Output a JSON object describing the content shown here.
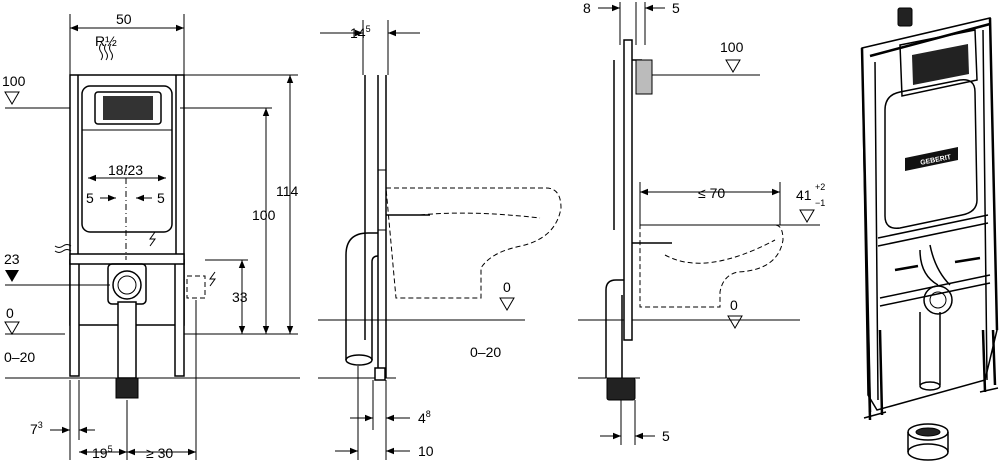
{
  "front_view": {
    "width": "50",
    "thread": "R½",
    "level_100": "100",
    "level_23": "23",
    "level_0": "0",
    "floor_range": "0–20",
    "inner_width": "18/23",
    "offset_left": "5",
    "offset_right": "5",
    "height_100": "100",
    "height_114": "114",
    "height_33": "33",
    "bottom_7": "7",
    "bottom_7_sup": "3",
    "bottom_19": "19",
    "bottom_19_sup": "5",
    "bottom_30": "≥ 30"
  },
  "side_view": {
    "depth_14": "14",
    "depth_14_sup": "5",
    "level_0": "0",
    "floor_range": "0–20",
    "bottom_4": "4",
    "bottom_4_sup": "8",
    "bottom_10": "10"
  },
  "side_view_2": {
    "top_8": "8",
    "top_5": "5",
    "level_100": "100",
    "reach": "≤ 70",
    "height_41": "41",
    "tol_plus": "+2",
    "tol_minus": "−1",
    "level_0": "0",
    "bottom_5": "5"
  },
  "iso_view": {
    "brand": "GEBERIT"
  }
}
